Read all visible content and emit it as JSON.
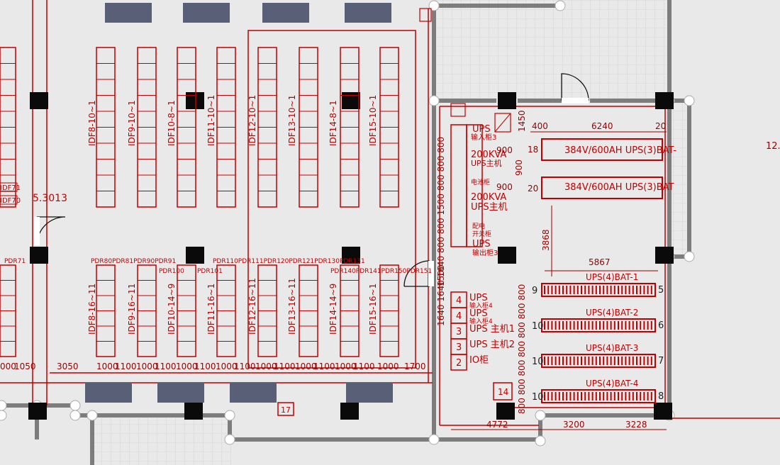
{
  "colors": {
    "background": "#e9e9e9",
    "cad_red": "#c00000",
    "wall_gray": "#7d7d7d",
    "column_black": "#0a0a0a",
    "ac_unit": "#5a5f78",
    "grid": "#d4d4d4"
  },
  "racks": {
    "top_labels": [
      "IDF8-10~1",
      "IDF9-10~1",
      "IDF10-8~1",
      "IDF11-10~1",
      "IDF12-10~1",
      "IDF13-10~1",
      "IDF14-8~1",
      "IDF15-10~1"
    ],
    "bottom_labels": [
      "IDF8-16~11",
      "IDF9-16~11",
      "IDF10-14~9",
      "IDF11-16~1",
      "IDF12-16~11",
      "IDF13-16~11",
      "IDF14-14~9",
      "IDF15-16~1"
    ]
  },
  "pdr": {
    "left_group": "PDR80PDR81PDR90PDR91",
    "pdr100": "PDR100",
    "pdr101": "PDR101",
    "mid_group": "PDR110PDR111PDR120PDR121PDR130PDR131",
    "right_group": "PDR140PDR141PDR150PDR151",
    "far_left": "PDR71"
  },
  "left_edge": {
    "idf71": "IDF71",
    "idf70": "IDF70",
    "elev": "5.3013"
  },
  "bottom_dims": [
    "000",
    "1050",
    "3050",
    "1000",
    "1100",
    "1000",
    "1100",
    "1000",
    "1100",
    "1000",
    "1100",
    "1000",
    "1100",
    "1000",
    "1100",
    "1000",
    "1100",
    "1000",
    "1700"
  ],
  "ups_room": {
    "dims_top": {
      "d400": "400",
      "d6240": "6240",
      "d20": "20",
      "d1450": "1450"
    },
    "bat_rows": [
      "384V/600AH UPS(3)BAT-",
      "384V/600AH UPS(3)BAT"
    ],
    "bat_row_nums": [
      "18",
      "20"
    ],
    "panel_labels": [
      [
        "UPS",
        "输入柜3"
      ],
      [
        "200KVA",
        "UPS主机"
      ],
      [
        "电池柜"
      ],
      [
        "200KVA",
        "UPS主机"
      ],
      [
        "配电",
        "开关柜",
        "UPS",
        "输出柜3"
      ]
    ],
    "panel_dims": [
      "900",
      "900",
      "900"
    ],
    "vertical_dims": "3868",
    "left_col_dims": "1640 1640 1640 800 800 1500 800 800 800",
    "right_col_dims": "800 800 800 800 800 800 800",
    "d5867": "5867",
    "bat4": [
      "UPS(4)BAT-1",
      "UPS(4)BAT-2",
      "UPS(4)BAT-3",
      "UPS(4)BAT-4"
    ],
    "bat4_right_nums": [
      "5",
      "6",
      "7",
      "8"
    ],
    "bat4_left_nums": [
      "9",
      "10",
      "10",
      "10"
    ],
    "lower_panels": [
      {
        "num": "4",
        "label": "UPS",
        "sub": "输入柜4"
      },
      {
        "num": "4",
        "label": "UPS",
        "sub": "输入柜4"
      },
      {
        "num": "3",
        "label": "UPS 主机1",
        "sub": ""
      },
      {
        "num": "3",
        "label": "UPS 主机2",
        "sub": ""
      },
      {
        "num": "2",
        "label": "IO柜",
        "sub": ""
      }
    ],
    "bottom_dims": [
      "4772",
      "3200",
      "3228"
    ],
    "box_14": "14",
    "box_17": "17",
    "d1500": "1500",
    "d900_a": "900",
    "d900_b": "800"
  },
  "right_edge": "12."
}
